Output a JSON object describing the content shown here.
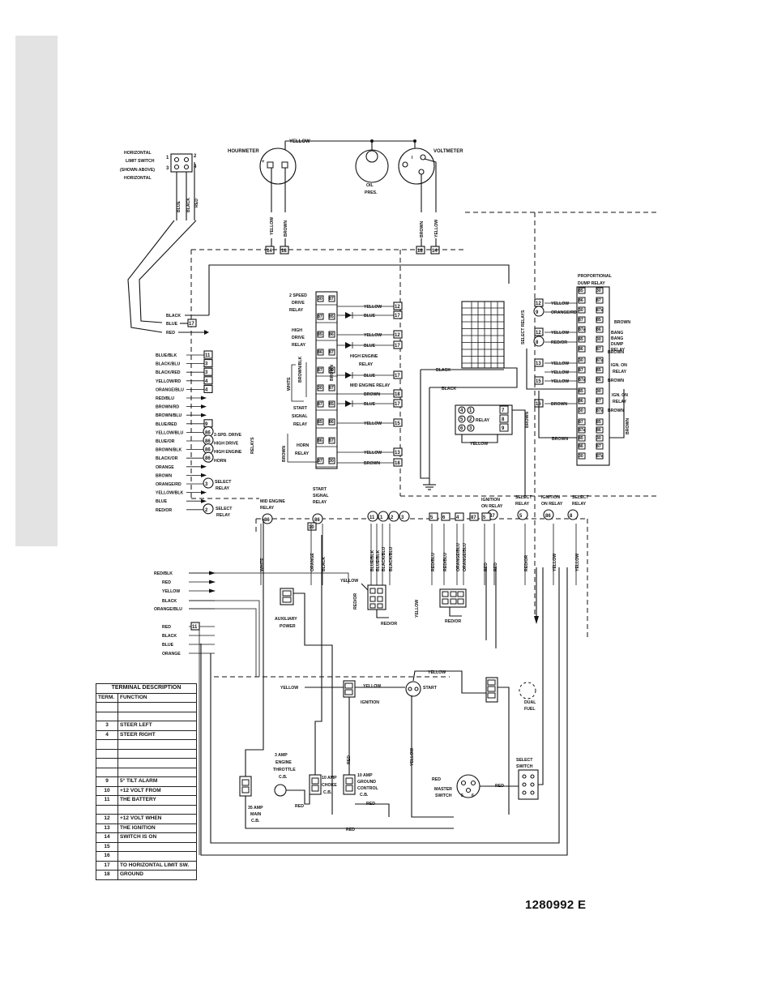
{
  "drawing_id": "1280992 E",
  "gauges": {
    "hourmeter": "HOURMETER",
    "oil_pres": [
      "OIL",
      "PRES."
    ],
    "voltmeter": "VOLTMETER",
    "top_wire": "YELLOW",
    "hourmeter_wires": [
      "YELLOW",
      "BROWN"
    ],
    "voltmeter_wires": [
      "BROWN",
      "YELLOW"
    ],
    "hourmeter_terms": [
      "14",
      "18"
    ],
    "voltmeter_terms": [
      "18",
      "14"
    ]
  },
  "limit_switch": {
    "label": [
      "HORIZONTAL",
      "LIMIT SWITCH",
      "(SHOWN ABOVE)",
      "HORIZONTAL"
    ],
    "pins": [
      "1",
      "2",
      "3",
      "4"
    ],
    "wires": [
      "BLUE",
      "BLACK",
      "RED"
    ]
  },
  "left_harness": {
    "top_wires": [
      {
        "color": "BLACK",
        "term": ""
      },
      {
        "color": "BLUE",
        "term": "17"
      },
      {
        "color": "RED",
        "term": ""
      }
    ],
    "wires": [
      {
        "color": "BLUE/BLK",
        "term": "11"
      },
      {
        "color": "BLACK/BLU",
        "term": "3"
      },
      {
        "color": "BLACK/RED",
        "term": "3"
      },
      {
        "color": "YELLOW/RD",
        "term": "4"
      },
      {
        "color": "ORANGE/BLU",
        "term": "4"
      },
      {
        "color": "RED/BLU",
        "term": ""
      },
      {
        "color": "BROWN/RD",
        "term": ""
      },
      {
        "color": "BROWN/BLU",
        "term": ""
      },
      {
        "color": "BLUE/RED",
        "term": "9"
      },
      {
        "color": "YELLOW/BLU",
        "term": "86"
      },
      {
        "color": "BLUE/OR",
        "term": "86"
      },
      {
        "color": "BROWN/BLK",
        "term": "86"
      },
      {
        "color": "BLACK/OR",
        "term": "86"
      },
      {
        "color": "ORANGE",
        "term": ""
      },
      {
        "color": "BROWN",
        "term": ""
      },
      {
        "color": "ORANGE/RD",
        "term": "3"
      },
      {
        "color": "YELLOW/BLK",
        "term": ""
      },
      {
        "color": "BLUE",
        "term": ""
      },
      {
        "color": "RED/OR",
        "term": "2"
      }
    ],
    "relay_refs": [
      {
        "label": "2-SPD. DRIVE"
      },
      {
        "label": "HIGH DRIVE"
      },
      {
        "label": "HIGH ENGINE"
      },
      {
        "label": "HORN"
      }
    ],
    "relays_vertical_label": "RELAYS",
    "select_relay_refs": [
      "SELECT",
      "RELAY",
      "SELECT",
      "RELAY"
    ]
  },
  "center_relays": {
    "names": [
      [
        "2 SPEED",
        "DRIVE",
        "RELAY"
      ],
      [
        "HIGH",
        "DRIVE",
        "RELAY"
      ],
      [
        "HIGH ENGINE",
        "RELAY"
      ],
      [
        "MID ENGINE RELAY"
      ],
      [
        "START",
        "SIGNAL",
        "RELAY"
      ],
      [
        "HORN",
        "RELAY"
      ]
    ],
    "pins": [
      "30",
      "87",
      "85",
      "86",
      "87"
    ],
    "right_wires": [
      {
        "color": "YELLOW",
        "term": "12"
      },
      {
        "color": "BLUE",
        "term": "17"
      },
      {
        "color": "YELLOW",
        "term": "12"
      },
      {
        "color": "BLUE",
        "term": "17"
      },
      {
        "color": "BLUE",
        "term": "17"
      },
      {
        "color": "BROWN",
        "term": "18"
      },
      {
        "color": "BLUE",
        "term": "17"
      },
      {
        "color": "YELLOW",
        "term": "15"
      },
      {
        "color": "YELLOW",
        "term": "13"
      },
      {
        "color": "BROWN",
        "term": "18"
      }
    ],
    "side_wires": [
      "WHITE",
      "BROWN/BLK",
      "BROWN",
      "BROWN"
    ]
  },
  "terminal_strip": {
    "wires": [
      "BLACK",
      "BLACK"
    ]
  },
  "relay_socket": {
    "label": "RELAY",
    "pins": [
      "4",
      "1",
      "5",
      "2",
      "6",
      "3"
    ],
    "pins_right": [
      "7",
      "8",
      "9"
    ],
    "wires": [
      "YELLOW",
      "BROWN"
    ]
  },
  "right_relays": {
    "title": [
      "PROPORTIONAL",
      "DUMP RELAY"
    ],
    "select_relays_label": "SELECT RELAYS",
    "wires": [
      {
        "color": "YELLOW",
        "term": "12"
      },
      {
        "color": "ORANGE/RD",
        "term": "9"
      },
      {
        "color": "YELLOW",
        "term": "12"
      },
      {
        "color": "RED/OR",
        "term": "8"
      },
      {
        "color": "YELLOW",
        "term": "13"
      },
      {
        "color": "YELLOW",
        "term": ""
      },
      {
        "color": "YELLOW",
        "term": "15"
      },
      {
        "color": "BROWN",
        "term": "16"
      }
    ],
    "relay_labels": [
      [
        "BROWN"
      ],
      [
        "BANG",
        "BANG",
        "DUMP",
        "RELAY"
      ],
      [
        "BROWN"
      ],
      [
        "IGN. ON",
        "RELAY"
      ],
      [
        "BROWN"
      ],
      [
        "IGN. ON",
        "RELAY"
      ],
      [
        "BROWN"
      ],
      [
        "BROWN"
      ]
    ],
    "pins": [
      "85",
      "86",
      "30",
      "87",
      "87a"
    ]
  },
  "lower_connectors": {
    "top_labels": [
      {
        "text": [
          "MID ENGINE",
          "RELAY"
        ],
        "term": "86"
      },
      {
        "text": [
          "START",
          "SIGNAL",
          "RELAY"
        ],
        "term": "86"
      },
      {
        "text": [
          "IGNITION",
          "ON RELAY"
        ],
        "term": "87"
      },
      {
        "text": [
          "SELECT",
          "RELAY"
        ],
        "term": "5"
      },
      {
        "text": [
          "IGNITION",
          "ON RELAY"
        ],
        "term": "86"
      },
      {
        "text": [
          "SELECT",
          "RELAY"
        ],
        "term": "8"
      }
    ],
    "term_numbers": [
      "10",
      "11",
      "1",
      "2",
      "3",
      "5",
      "6",
      "4",
      "87",
      "5",
      "86",
      "8"
    ],
    "wires": [
      "WHITE",
      "ORANGE",
      "BLACK",
      "BLUE/BLK",
      "BLUE/BLK",
      "BLACK/BLU",
      "BLACK/BLU",
      "RED/BLU",
      "RED/BLU",
      "ORANGE/BLU",
      "ORANGE/BLU",
      "RED",
      "RED",
      "RED/OR",
      "YELLOW",
      "YELLOW"
    ],
    "mid_labels": [
      "YELLOW",
      "RED/OR",
      "YELLOW",
      "RED/OR",
      "RED/OR"
    ]
  },
  "lower_left_wires": [
    {
      "color": "RED/BLK",
      "term": ""
    },
    {
      "color": "RED",
      "term": ""
    },
    {
      "color": "YELLOW",
      "term": ""
    },
    {
      "color": "BLACK",
      "term": ""
    },
    {
      "color": "ORANGE/BLU",
      "term": ""
    },
    {
      "color": "RED",
      "term": "11"
    },
    {
      "color": "BLACK",
      "term": ""
    },
    {
      "color": "BLUE",
      "term": ""
    },
    {
      "color": "ORANGE",
      "term": ""
    }
  ],
  "components": {
    "auxiliary_power": [
      "AUXILIARY",
      "POWER"
    ],
    "ignition": "IGNITION",
    "start": "START",
    "dual_fuel": [
      "DUAL",
      "FUEL"
    ],
    "cb_3amp": [
      "3 AMP",
      "ENGINE",
      "THROTTLE",
      "C.B."
    ],
    "cb_35amp": [
      "35 AMP",
      "MAIN",
      "C.B."
    ],
    "cb_10amp_choke": [
      "10 AMP",
      "CHOKE",
      "C.B."
    ],
    "cb_10amp_ground": [
      "10 AMP",
      "GROUND",
      "CONTROL",
      "C.B."
    ],
    "master_switch": [
      "MASTER",
      "SWITCH"
    ],
    "select_switch": [
      "SELECT",
      "SWITCH"
    ],
    "wire_labels": [
      "YELLOW",
      "YELLOW",
      "YELLOW",
      "RED",
      "YELLOW",
      "RED",
      "RED",
      "RED",
      "RED",
      "RED"
    ]
  },
  "terminal_table": {
    "caption": "TERMINAL DESCRIPTION",
    "header": [
      "TERM.",
      "FUNCTION"
    ],
    "rows": [
      [
        "",
        ""
      ],
      [
        "",
        ""
      ],
      [
        "3",
        "STEER LEFT"
      ],
      [
        "4",
        "STEER RIGHT"
      ],
      [
        "",
        ""
      ],
      [
        "",
        ""
      ],
      [
        "",
        ""
      ],
      [
        "",
        ""
      ],
      [
        "9",
        "5° TILT ALARM"
      ],
      [
        "10",
        "+12 VOLT FROM"
      ],
      [
        "11",
        "THE BATTERY"
      ],
      [
        "",
        ""
      ],
      [
        "12",
        "+12 VOLT WHEN"
      ],
      [
        "13",
        "THE IGNITION"
      ],
      [
        "14",
        "SWITCH IS ON"
      ],
      [
        "15",
        ""
      ],
      [
        "16",
        ""
      ],
      [
        "17",
        "TO HORIZONTAL LIMIT SW."
      ],
      [
        "18",
        "GROUND"
      ]
    ]
  }
}
